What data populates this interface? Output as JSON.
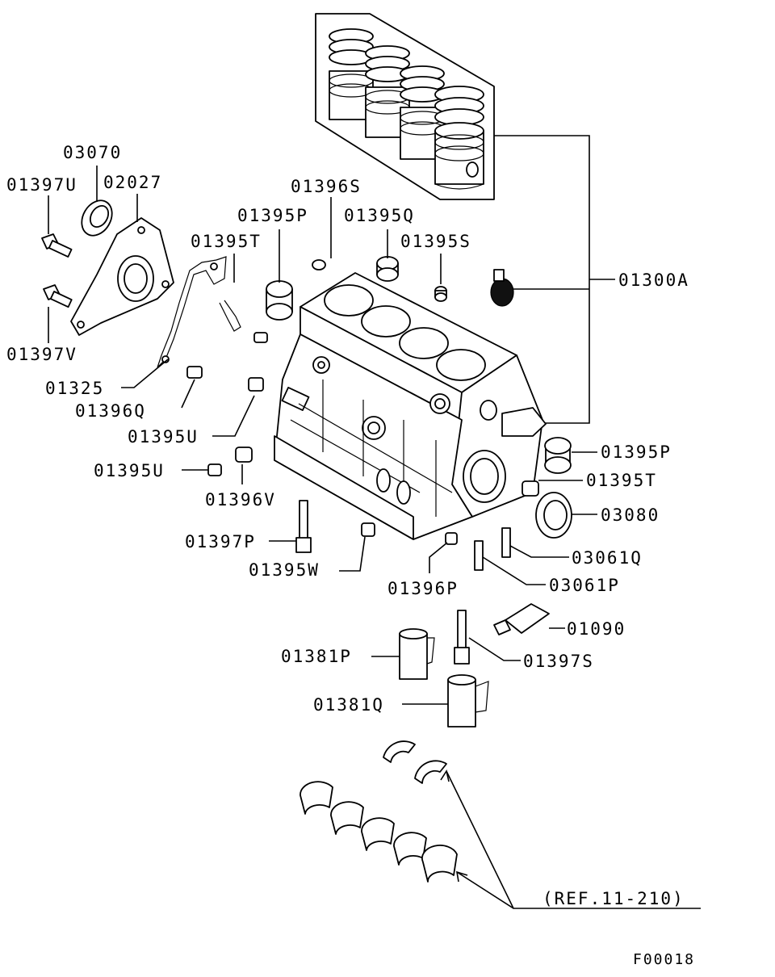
{
  "labels": {
    "p03070": "03070",
    "p01397U": "01397U",
    "p02027": "02027",
    "p01396S": "01396S",
    "p01395P_top": "01395P",
    "p01395Q": "01395Q",
    "p01395T_top": "01395T",
    "p01395S": "01395S",
    "p01300A": "01300A",
    "p01397V": "01397V",
    "p01325": "01325",
    "p01396Q": "01396Q",
    "p01395U_a": "01395U",
    "p01395U_b": "01395U",
    "p01396V": "01396V",
    "p01397P": "01397P",
    "p01395W": "01395W",
    "p01396P": "01396P",
    "p01395P_right": "01395P",
    "p01395T_right": "01395T",
    "p03080": "03080",
    "p03061Q": "03061Q",
    "p03061P": "03061P",
    "p01090": "01090",
    "p01381P": "01381P",
    "p01397S": "01397S",
    "p01381Q": "01381Q",
    "ref": "(REF.11-210)",
    "figure_code": "F00018"
  },
  "colors": {
    "line": "#000000",
    "background": "#ffffff"
  }
}
